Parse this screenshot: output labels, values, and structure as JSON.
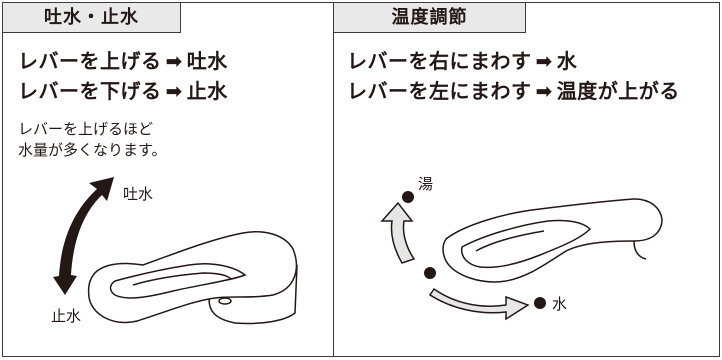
{
  "left": {
    "tab": "吐水・止水",
    "rule1": {
      "action": "レバーを上げる",
      "result": "吐水"
    },
    "rule2": {
      "action": "レバーを下げる",
      "result": "止水"
    },
    "note": [
      "レバーを上げるほど",
      "水量が多くなります。"
    ],
    "label_up": "吐水",
    "label_down": "止水"
  },
  "right": {
    "tab": "温度調節",
    "rule1": {
      "action": "レバーを右にまわす",
      "result": "水"
    },
    "rule2": {
      "action": "レバーを左にまわす",
      "result": "温度が上がる"
    },
    "label_hot": "湯",
    "label_cold": "水"
  },
  "arrow_symbol": "➡"
}
